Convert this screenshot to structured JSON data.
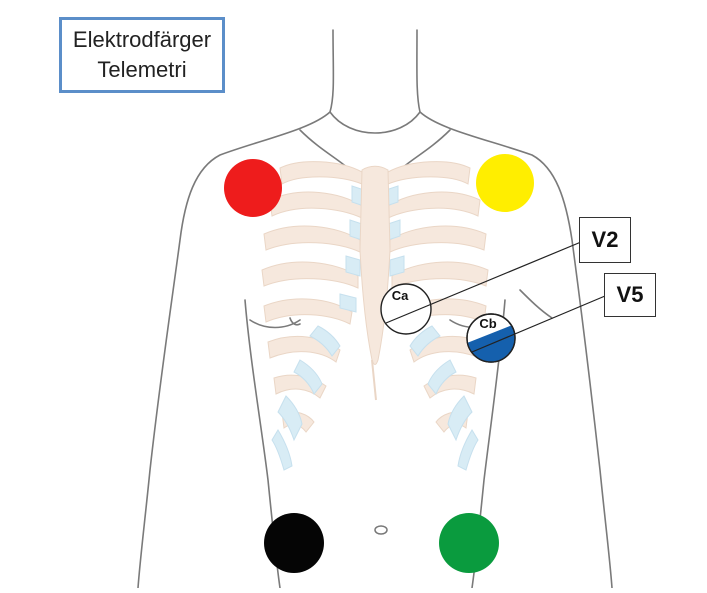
{
  "title": {
    "line1": "Elektrodfärger",
    "line2": "Telemetri"
  },
  "electrodes": [
    {
      "id": "right-arm",
      "color": "#ee1c1c"
    },
    {
      "id": "left-arm",
      "color": "#ffee00"
    },
    {
      "id": "right-leg",
      "color": "#050505"
    },
    {
      "id": "left-leg",
      "color": "#0a9b3e"
    },
    {
      "id": "ca",
      "label": "Ca",
      "color": "#ffffff"
    },
    {
      "id": "cb",
      "label": "Cb",
      "color": "#1560ad"
    }
  ],
  "leads": {
    "v2": "V2",
    "v5": "V5"
  }
}
